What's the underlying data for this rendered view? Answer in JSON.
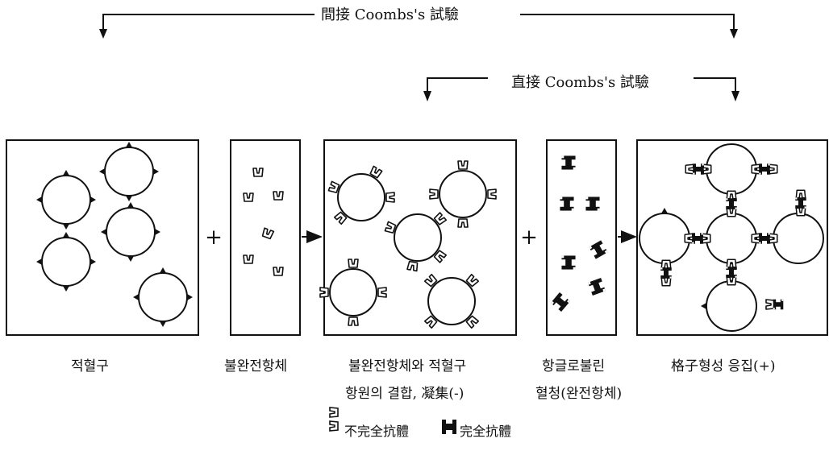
{
  "titles": {
    "indirect": "間接 Coombs's 試驗",
    "direct": "直接 Coombs's 試驗"
  },
  "operators": {
    "plus": "+"
  },
  "captions": {
    "rbc": "적혈구",
    "incomplete_ab": "불완전항체",
    "binding_line1": "불완전항체와 적혈구",
    "binding_line2": "항원의 결합, 凝集(-)",
    "antiglobulin_line1": "항글로불린",
    "antiglobulin_line2": "혈청(완전항체)",
    "lattice": "格子형성 응집(+)"
  },
  "legend": {
    "incomplete": "不完全抗體",
    "complete": "完全抗體"
  }
}
